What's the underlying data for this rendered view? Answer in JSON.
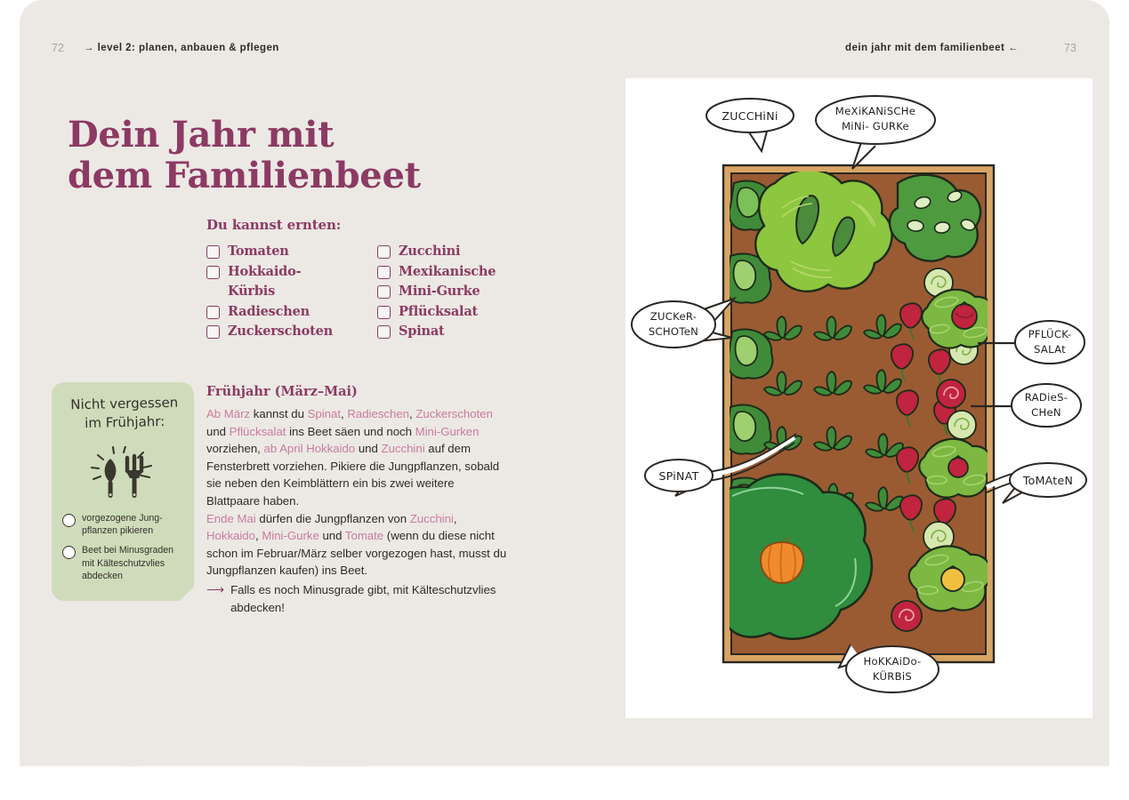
{
  "colors": {
    "paper": "#ece9e4",
    "accent_purple": "#8c3a63",
    "accent_pink": "#c97b9e",
    "memo_green": "#cfdcbb",
    "body_text": "#2e2b27",
    "soil_brown": "#9a5b33",
    "wood_frame": "#c98a4b"
  },
  "running_head": {
    "left_page_number": "72",
    "left_arrow": "→",
    "left_text": "level 2: planen, anbauen & pflegen",
    "right_text": "dein jahr mit dem familienbeet",
    "right_arrow": "←",
    "right_page_number": "73"
  },
  "title": {
    "line1": "Dein Jahr mit",
    "line2": "dem Familienbeet"
  },
  "harvest": {
    "heading": "Du kannst ernten:",
    "column_left": [
      {
        "label": "Tomaten",
        "checkbox": true
      },
      {
        "label": "Hokkaido-",
        "checkbox": true
      },
      {
        "label": "Kürbis",
        "checkbox": false
      },
      {
        "label": "Radieschen",
        "checkbox": true
      },
      {
        "label": "Zuckerschoten",
        "checkbox": true
      }
    ],
    "column_right": [
      {
        "label": "Zucchini",
        "checkbox": true
      },
      {
        "label": "Mexikanische",
        "checkbox": true
      },
      {
        "label": "Mini-Gurke",
        "checkbox": true
      },
      {
        "label": "Pflücksalat",
        "checkbox": true
      },
      {
        "label": "Spinat",
        "checkbox": true
      }
    ]
  },
  "season": {
    "heading": "Frühjahr (März–Mai)",
    "paragraph1_parts": [
      {
        "t": "Ab März",
        "hl": true
      },
      {
        "t": " kannst du ",
        "hl": false
      },
      {
        "t": "Spinat",
        "hl": true
      },
      {
        "t": ", ",
        "hl": false
      },
      {
        "t": "Radieschen",
        "hl": true
      },
      {
        "t": ", ",
        "hl": false
      },
      {
        "t": "Zuckerschoten",
        "hl": true
      },
      {
        "t": " und ",
        "hl": false
      },
      {
        "t": "Pflücksalat",
        "hl": true
      },
      {
        "t": " ins Beet säen und noch ",
        "hl": false
      },
      {
        "t": "Mini-Gurken",
        "hl": true
      },
      {
        "t": " vorziehen, ",
        "hl": false
      },
      {
        "t": "ab April",
        "hl": true
      },
      {
        "t": " ",
        "hl": false
      },
      {
        "t": "Hokkaido",
        "hl": true
      },
      {
        "t": " und ",
        "hl": false
      },
      {
        "t": "Zucchini",
        "hl": true
      },
      {
        "t": " auf dem Fensterbrett vorziehen. Pikiere die Jungpflanzen, sobald sie neben den Keimblättern ein bis zwei weitere Blattpaare haben.",
        "hl": false
      }
    ],
    "paragraph2_parts": [
      {
        "t": "Ende Mai",
        "hl": true
      },
      {
        "t": " dürfen die Jungpflanzen von ",
        "hl": false
      },
      {
        "t": "Zucchini",
        "hl": true
      },
      {
        "t": ", ",
        "hl": false
      },
      {
        "t": "Hokkaido",
        "hl": true
      },
      {
        "t": ", ",
        "hl": false
      },
      {
        "t": "Mini-Gurke",
        "hl": true
      },
      {
        "t": " und ",
        "hl": false
      },
      {
        "t": "Tomate",
        "hl": true
      },
      {
        "t": " (wenn du diese nicht schon im Februar/März selber vorgezogen hast, musst du Jungpflanzen kaufen) ins Beet.",
        "hl": false
      }
    ],
    "note_arrow": "⟶",
    "note_text": "Falls es noch Minusgrade gibt, mit Kälteschutzvlies abdecken!"
  },
  "memo": {
    "title_line1": "Nicht vergessen",
    "title_line2": "im Frühjahr:",
    "icon_name": "trowel-and-fork-icon",
    "items": [
      "vorgezogene Jung-\npflanzen pikieren",
      "Beet bei Minusgraden\nmit Kälteschutzvlies\nabdecken"
    ]
  },
  "illustration": {
    "alt": "Aufsicht auf ein Familienbeet mit Gemüse",
    "labels": [
      {
        "id": "zucchini",
        "lines": [
          "ZUCCHiNi"
        ]
      },
      {
        "id": "mini-gurke",
        "lines": [
          "MeXiKANiSCHe",
          "MiNi- GURKe"
        ]
      },
      {
        "id": "zuckerschoten",
        "lines": [
          "ZUCKeR-",
          "SCHOTeN"
        ]
      },
      {
        "id": "pflucksalat",
        "lines": [
          "PFLÜCK-",
          "SALAt"
        ]
      },
      {
        "id": "radieschen",
        "lines": [
          "RADieS-",
          "CHeN"
        ]
      },
      {
        "id": "spinat",
        "lines": [
          "SPiNAT"
        ]
      },
      {
        "id": "tomaten",
        "lines": [
          "ToMAteN"
        ]
      },
      {
        "id": "hokkaido",
        "lines": [
          "HoKKAiDo-",
          "KÜRBiS"
        ]
      }
    ]
  }
}
